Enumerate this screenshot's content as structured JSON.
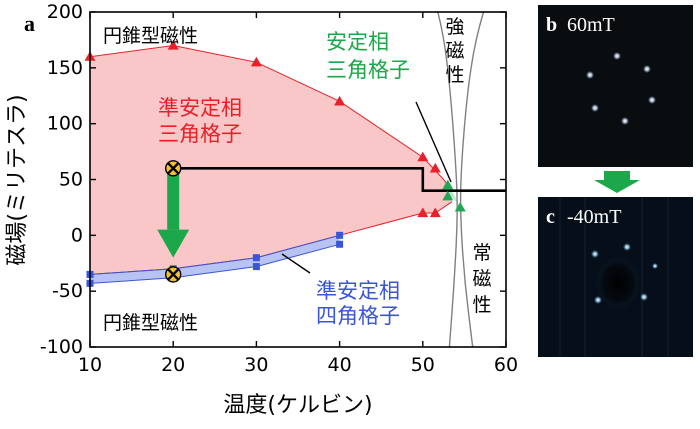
{
  "chart_data": {
    "type": "scatter",
    "panel_label": "a",
    "xlabel": "温度(ケルビン)",
    "ylabel": "磁場(ミリテスラ)",
    "xlim": [
      10,
      60
    ],
    "ylim": [
      -100,
      200
    ],
    "xticks": [
      "10",
      "20",
      "30",
      "40",
      "50",
      "60"
    ],
    "yticks": [
      "-100",
      "-50",
      "0",
      "50",
      "100",
      "150",
      "200"
    ],
    "series": [
      {
        "marker": "triangle",
        "color": "#e8202a",
        "x": [
          10,
          20,
          30,
          40,
          50,
          51.5,
          50,
          51.5
        ],
        "y": [
          160,
          170,
          155,
          120,
          70,
          60,
          20,
          20
        ]
      },
      {
        "marker": "square",
        "color": "#3a55d8",
        "x": [
          10,
          10,
          20,
          20,
          30,
          30,
          40,
          40
        ],
        "y": [
          -35,
          -43,
          -30,
          -38,
          -20,
          -28,
          0,
          -8
        ]
      },
      {
        "marker": "triangle",
        "color": "#22a855",
        "x": [
          53,
          53,
          54.5
        ],
        "y": [
          45,
          35,
          25
        ]
      }
    ],
    "triangular_region": {
      "color": "#f9c7c7",
      "upper": {
        "x": [
          10,
          20,
          30,
          40,
          50,
          52.5,
          53.5
        ],
        "y": [
          160,
          170,
          155,
          120,
          70,
          50,
          40
        ]
      },
      "lower": {
        "x": [
          53.5,
          51.5,
          50,
          40,
          30,
          20,
          10
        ],
        "y": [
          30,
          20,
          20,
          0,
          -20,
          -30,
          -35
        ]
      }
    },
    "square_band": {
      "color": "#b7c3f3",
      "upper": {
        "x": [
          10,
          20,
          30,
          40
        ],
        "y": [
          -35,
          -30,
          -20,
          0
        ]
      },
      "lower": {
        "x": [
          40,
          30,
          20,
          10
        ],
        "y": [
          -8,
          -28,
          -38,
          -43
        ]
      }
    },
    "green_region": {
      "color": "#b9e7c7",
      "x": [
        52.5,
        54.5,
        53.5
      ],
      "y": [
        45,
        25,
        40
      ]
    },
    "boundary_lines": {
      "color": "#808080",
      "left": {
        "x": [
          51.8,
          52.5,
          53.3,
          54,
          54.2,
          53.8,
          53.2
        ],
        "y": [
          200,
          180,
          130,
          60,
          20,
          -40,
          -100
        ]
      },
      "right": {
        "x": [
          57.3,
          56.3,
          55.3,
          54.6,
          54.5,
          55,
          56
        ],
        "y": [
          200,
          175,
          125,
          60,
          20,
          -40,
          -100
        ]
      }
    },
    "field_path": {
      "color": "#000000",
      "x": [
        20,
        50,
        50,
        60
      ],
      "y": [
        60,
        60,
        40,
        40
      ]
    },
    "arrow": {
      "color": "#1aa84a",
      "from": [
        20,
        56
      ],
      "to": [
        20,
        -20
      ]
    },
    "cross_markers": {
      "x": [
        20,
        20
      ],
      "y": [
        60,
        -35
      ]
    },
    "region_labels": {
      "conical_top": "円錐型磁性",
      "conical_bottom": "円錐型磁性",
      "meta_triangle_1": "準安定相",
      "meta_triangle_2": "三角格子",
      "stable_triangle_1": "安定相",
      "stable_triangle_2": "三角格子",
      "meta_square_1": "準安定相",
      "meta_square_2": "四角格子",
      "ferro_1": "強",
      "ferro_2": "磁",
      "ferro_3": "性",
      "para_1": "常",
      "para_2": "磁",
      "para_3": "性"
    }
  },
  "images": {
    "panel_b": {
      "label": "b",
      "caption": "60mT"
    },
    "panel_c": {
      "label": "c",
      "caption": "-40mT"
    },
    "arrow_color": "#1aa84a"
  }
}
